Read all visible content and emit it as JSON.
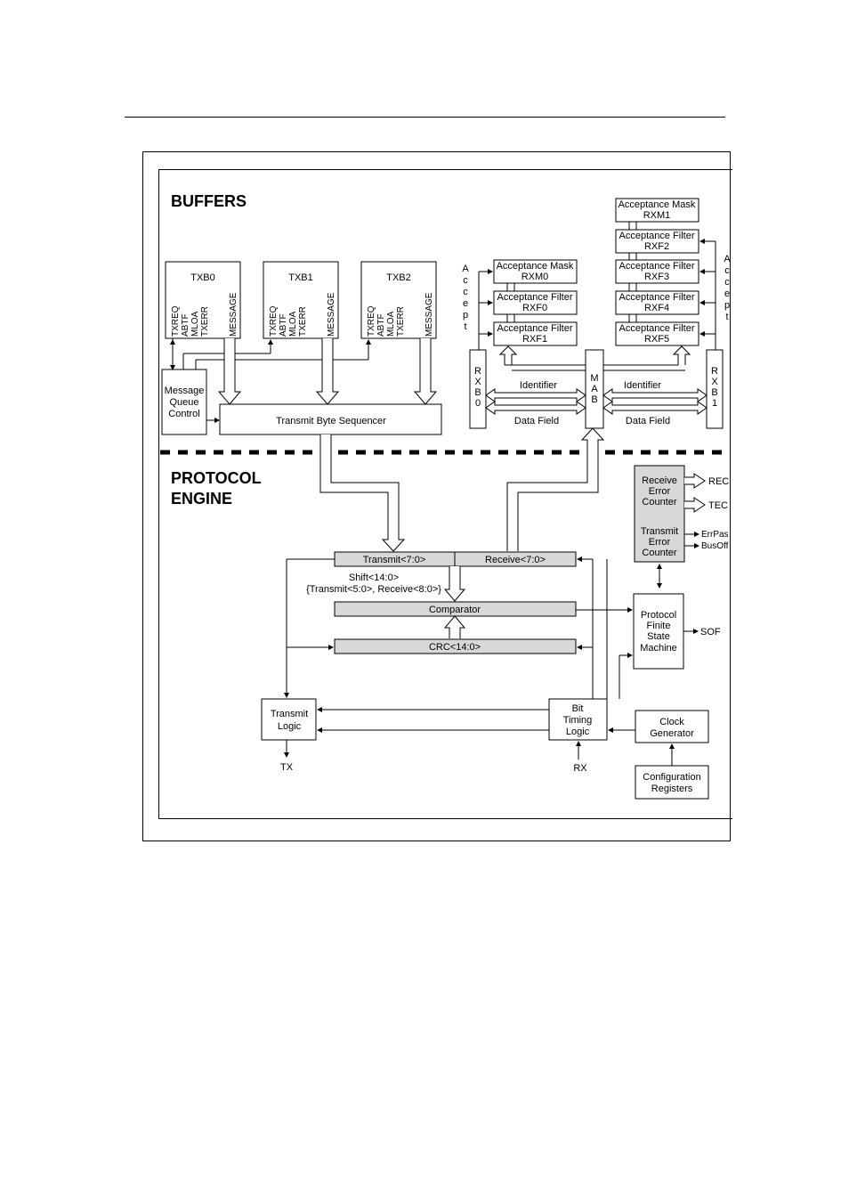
{
  "sections": {
    "buffers": "BUFFERS",
    "protocol_line1": "PROTOCOL",
    "protocol_line2": "ENGINE"
  },
  "tx_buffers": [
    {
      "name": "TXB0",
      "bits": [
        "TXREQ",
        "ABTF",
        "MLOA",
        "TXERR"
      ],
      "message": "MESSAGE"
    },
    {
      "name": "TXB1",
      "bits": [
        "TXREQ",
        "ABTF",
        "MLOA",
        "TXERR"
      ],
      "message": "MESSAGE"
    },
    {
      "name": "TXB2",
      "bits": [
        "TXREQ",
        "ABTF",
        "MLOA",
        "TXERR"
      ],
      "message": "MESSAGE"
    }
  ],
  "mqc": [
    "Message",
    "Queue",
    "Control"
  ],
  "tbs": "Transmit Byte Sequencer",
  "rx_left": [
    {
      "l1": "Acceptance Mask",
      "l2": "RXM0"
    },
    {
      "l1": "Acceptance Filter",
      "l2": "RXF0"
    },
    {
      "l1": "Acceptance Filter",
      "l2": "RXF1"
    }
  ],
  "rx_right": [
    {
      "l1": "Acceptance Mask",
      "l2": "RXM1"
    },
    {
      "l1": "Acceptance Filter",
      "l2": "RXF2"
    },
    {
      "l1": "Acceptance Filter",
      "l2": "RXF3"
    },
    {
      "l1": "Acceptance Filter",
      "l2": "RXF4"
    },
    {
      "l1": "Acceptance Filter",
      "l2": "RXF5"
    }
  ],
  "accept": [
    "A",
    "c",
    "c",
    "e",
    "p",
    "t"
  ],
  "rxb0": [
    "R",
    "X",
    "B",
    "0"
  ],
  "rxb1": [
    "R",
    "X",
    "B",
    "1"
  ],
  "mab": [
    "M",
    "A",
    "B"
  ],
  "identifier": "Identifier",
  "data_field": "Data Field",
  "rec_block": [
    "Receive",
    "Error",
    "Counter"
  ],
  "tec_block": [
    "Transmit",
    "Error",
    "Counter"
  ],
  "rec": "REC",
  "tec": "TEC",
  "errpas": "ErrPas",
  "busoff": "BusOff",
  "transmit_reg": "Transmit<7:0>",
  "receive_reg": "Receive<7:0>",
  "shift_1": "Shift<14:0>",
  "shift_2": "{Transmit<5:0>, Receive<8:0>}",
  "comparator": "Comparator",
  "crc": "CRC<14:0>",
  "pfsm": [
    "Protocol",
    "Finite",
    "State",
    "Machine"
  ],
  "sof": "SOF",
  "transmit_logic": [
    "Transmit",
    "Logic"
  ],
  "btl": [
    "Bit",
    "Timing",
    "Logic"
  ],
  "clock": [
    "Clock",
    "Generator"
  ],
  "config": [
    "Configuration",
    "Registers"
  ],
  "tx": "TX",
  "rx": "RX"
}
